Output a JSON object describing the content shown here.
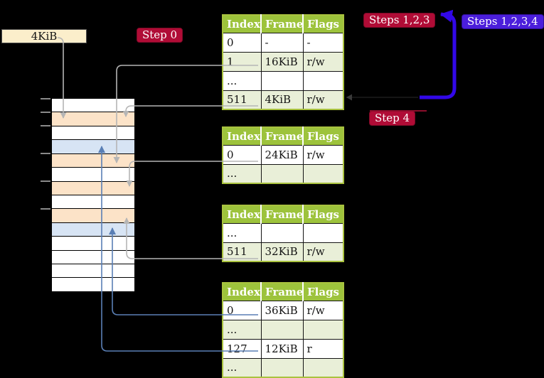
{
  "colors": {
    "background": "#000000",
    "table_header_bg": "#9dc33c",
    "table_header_text": "#ffffff",
    "table_border": "#a9c23f",
    "row_bg": "#ffffff",
    "row_alt_bg": "#e9efd8",
    "highlight_yellow": "#fcf49e",
    "strip_white": "#ffffff",
    "strip_peach": "#fce3c8",
    "strip_blue": "#d7e4f4",
    "page_box_bg": "#fbeecb",
    "gray_arrow": "#b5b5b5",
    "blue_arrow_thin": "#5a7fb5",
    "blue_arrow_thick": "#3208e8",
    "crimson_label_bg": "#b00c36",
    "violet_label_bg": "#4b1edb"
  },
  "labels": {
    "page_size_box": "4KiB",
    "step0": "Step 0",
    "steps123": "Steps 1,2,3",
    "steps1234": "Steps 1,2,3,4",
    "step4": "Step 4"
  },
  "memory_strip": {
    "rows": [
      "white",
      "peach",
      "white",
      "blue",
      "peach",
      "white",
      "peach",
      "white",
      "peach",
      "blue",
      "white",
      "white",
      "white",
      "white"
    ]
  },
  "tables": [
    {
      "headers": [
        "Index",
        "Frame",
        "Flags"
      ],
      "rows": [
        {
          "cells": [
            "0",
            "-",
            "-"
          ],
          "alt": false,
          "highlight": false
        },
        {
          "cells": [
            "1",
            "16KiB",
            "r/w"
          ],
          "alt": true,
          "highlight": false
        },
        {
          "cells": [
            "...",
            "",
            ""
          ],
          "alt": false,
          "highlight": false
        },
        {
          "cells": [
            "511",
            "4KiB",
            "r/w"
          ],
          "alt": true,
          "highlight": true
        }
      ]
    },
    {
      "headers": [
        "Index",
        "Frame",
        "Flags"
      ],
      "rows": [
        {
          "cells": [
            "0",
            "24KiB",
            "r/w"
          ],
          "alt": false,
          "highlight": false
        },
        {
          "cells": [
            "...",
            "",
            ""
          ],
          "alt": true,
          "highlight": false
        }
      ]
    },
    {
      "headers": [
        "Index",
        "Frame",
        "Flags"
      ],
      "rows": [
        {
          "cells": [
            "...",
            "",
            ""
          ],
          "alt": false,
          "highlight": false
        },
        {
          "cells": [
            "511",
            "32KiB",
            "r/w"
          ],
          "alt": true,
          "highlight": false
        }
      ]
    },
    {
      "headers": [
        "Index",
        "Frame",
        "Flags"
      ],
      "rows": [
        {
          "cells": [
            "0",
            "36KiB",
            "r/w"
          ],
          "alt": false,
          "highlight": false
        },
        {
          "cells": [
            "...",
            "",
            ""
          ],
          "alt": true,
          "highlight": false
        },
        {
          "cells": [
            "127",
            "12KiB",
            "r"
          ],
          "alt": false,
          "highlight": false
        },
        {
          "cells": [
            "...",
            "",
            ""
          ],
          "alt": true,
          "highlight": false
        }
      ]
    }
  ],
  "connections": [
    {
      "from": "4KiB box",
      "to": "memory frame 1 (4KiB)",
      "color": "gray"
    },
    {
      "from": "table 1 index 1 (16KiB)",
      "to": "memory frame 4",
      "color": "gray"
    },
    {
      "from": "table 1 index 511 (4KiB)",
      "to": "memory frame 1",
      "color": "gray"
    },
    {
      "from": "table 2 index 0 (24KiB)",
      "to": "memory frame 6",
      "color": "gray"
    },
    {
      "from": "table 3 index 511 (32KiB)",
      "to": "memory frame 8",
      "color": "gray"
    },
    {
      "from": "table 4 index 0 (36KiB)",
      "to": "memory frame 9",
      "color": "blue"
    },
    {
      "from": "table 4 index 127 (12KiB)",
      "to": "memory frame 3",
      "color": "blue"
    },
    {
      "from": "table 1 row 511",
      "to": "top of diagram",
      "color": "thick-blue-loop"
    }
  ]
}
